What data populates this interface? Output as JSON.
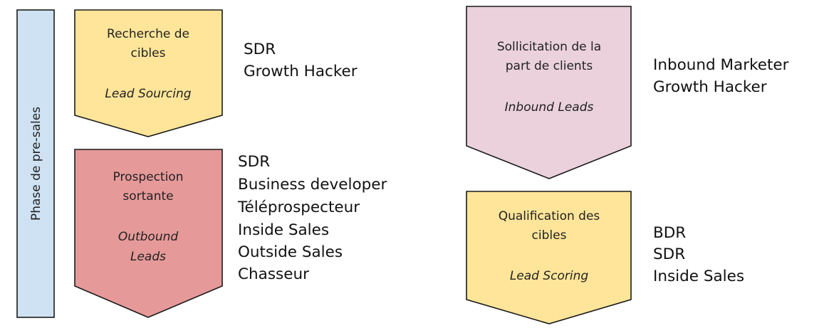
{
  "phase_label": "Phase de pre-sales",
  "colors": {
    "phase_bar": "#cfe2f3",
    "yellow": "#ffe599",
    "red": "#e69999",
    "pink": "#ead1dc",
    "stroke": "#1a1a1a"
  },
  "steps": [
    {
      "id": "lead-sourcing",
      "title_lines": [
        "Recherche de",
        "cibles"
      ],
      "subtitle_lines": [
        "Lead Sourcing"
      ],
      "color": "#ffe599",
      "roles": [
        "SDR",
        "Growth Hacker"
      ]
    },
    {
      "id": "outbound-leads",
      "title_lines": [
        "Prospection",
        "sortante"
      ],
      "subtitle_lines": [
        "Outbound",
        "Leads"
      ],
      "color": "#e69999",
      "roles": [
        "SDR",
        "Business developer",
        "Téléprospecteur",
        "Inside Sales",
        "Outside Sales",
        "Chasseur"
      ]
    },
    {
      "id": "inbound-leads",
      "title_lines": [
        "Sollicitation de la",
        "part de clients"
      ],
      "subtitle_lines": [
        "Inbound Leads"
      ],
      "color": "#ead1dc",
      "roles": [
        "Inbound Marketer",
        "Growth Hacker"
      ]
    },
    {
      "id": "lead-scoring",
      "title_lines": [
        "Qualification des",
        "cibles"
      ],
      "subtitle_lines": [
        "Lead Scoring"
      ],
      "color": "#ffe599",
      "roles": [
        "BDR",
        "SDR",
        "Inside Sales"
      ]
    }
  ]
}
